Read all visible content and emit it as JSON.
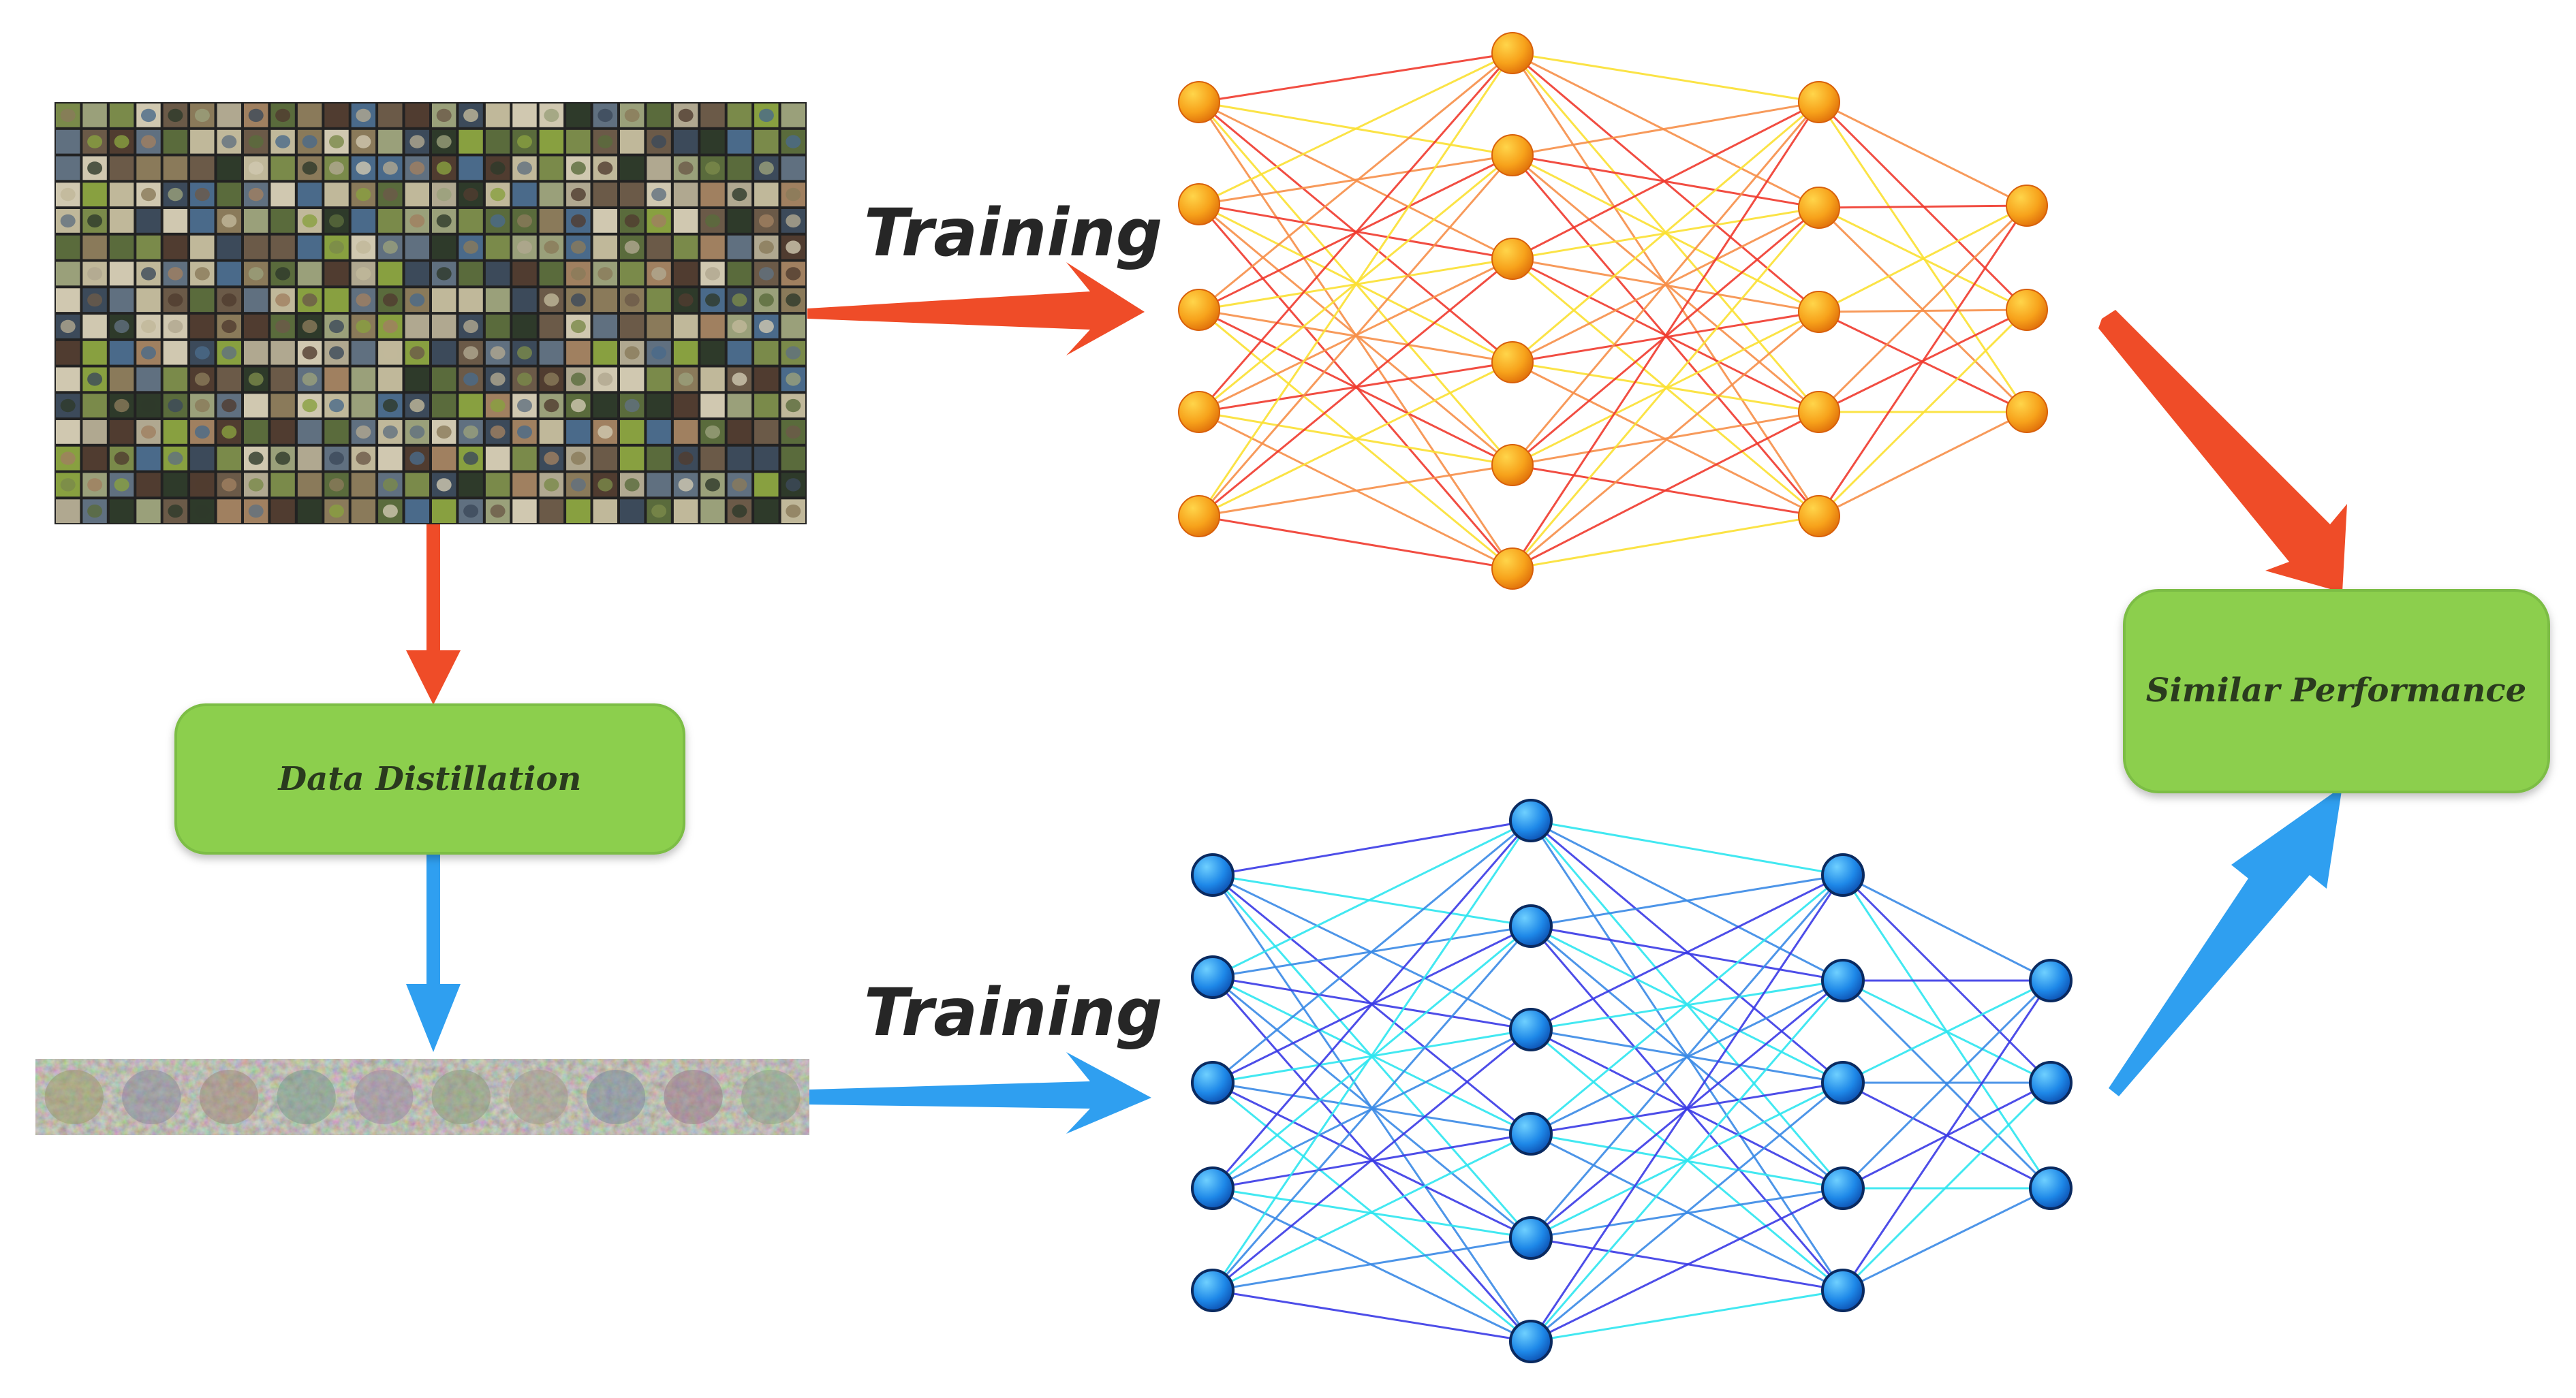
{
  "labels": {
    "training_top": "Training",
    "training_bottom": "Training",
    "data_distillation": "Data Distillation",
    "similar_performance": "Similar Performance"
  },
  "colors": {
    "red_arrow": "#ef4c28",
    "blue_arrow": "#2f9ff0",
    "box_fill": "#8ccf4e",
    "box_stroke": "#7cbd45",
    "orange_node": "#f7a21b",
    "blue_node": "#1e88e8",
    "red_edge": "#f03a2e",
    "yellow_edge": "#fbe033",
    "violet_edge": "#3a3ae6",
    "cyan_edge": "#2ee6f0"
  },
  "networks": [
    {
      "name": "original-network",
      "theme": "warm",
      "layer_sizes": [
        5,
        6,
        5,
        3
      ]
    },
    {
      "name": "distilled-network",
      "theme": "cool",
      "layer_sizes": [
        5,
        6,
        5,
        3
      ]
    }
  ],
  "images": {
    "original_dataset": {
      "kind": "image-grid",
      "rows": 16,
      "cols": 28
    },
    "distilled_dataset": {
      "kind": "image-strip",
      "count": 10
    }
  }
}
